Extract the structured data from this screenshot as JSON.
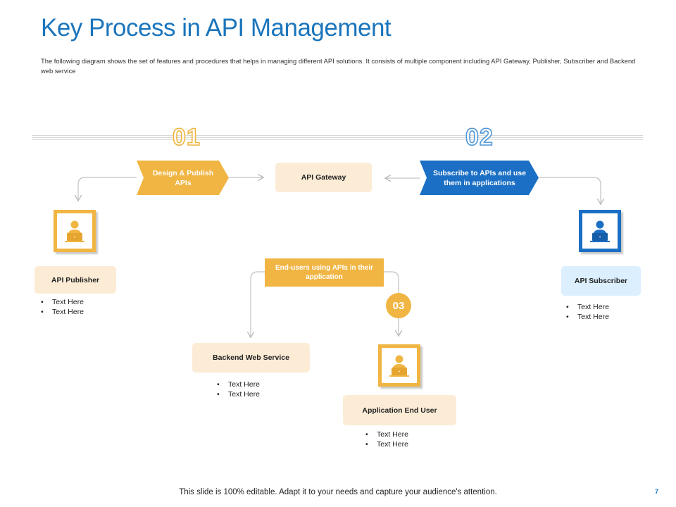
{
  "title": "Key Process in API Management",
  "description": "The following  diagram shows the set of features and procedures that helps in managing different API solutions. It consists of multiple component including API Gateway, Publisher, Subscriber and Backend web service",
  "steps": {
    "step1_number": "01",
    "step2_number": "02",
    "step3_number": "03"
  },
  "flow": {
    "design_publish": "Design & Publish APIs",
    "api_gateway": "API Gateway",
    "subscribe": "Subscribe to APIs and use them in applications",
    "end_users": "End-users using APIs in their application"
  },
  "nodes": {
    "publisher": {
      "label": "API Publisher",
      "bullets": [
        "Text Here",
        "Text Here"
      ]
    },
    "subscriber": {
      "label": "API Subscriber",
      "bullets": [
        "Text Here",
        "Text Here"
      ]
    },
    "backend": {
      "label": "Backend Web Service",
      "bullets": [
        "Text Here",
        "Text Here"
      ]
    },
    "end_user": {
      "label": "Application End User",
      "bullets": [
        "Text Here",
        "Text Here"
      ]
    }
  },
  "icons": {
    "publisher_icon": "user-laptop-icon",
    "subscriber_icon": "user-laptop-icon",
    "end_user_icon": "user-laptop-icon"
  },
  "colors": {
    "accent_yellow": "#f0b542",
    "accent_blue": "#1b6fc4",
    "title_blue": "#1b75bc",
    "peach": "#fcecd6",
    "light_blue": "#dcefff"
  },
  "footer": "This slide is 100% editable. Adapt it to your needs and capture your audience's attention.",
  "page_number": "7"
}
